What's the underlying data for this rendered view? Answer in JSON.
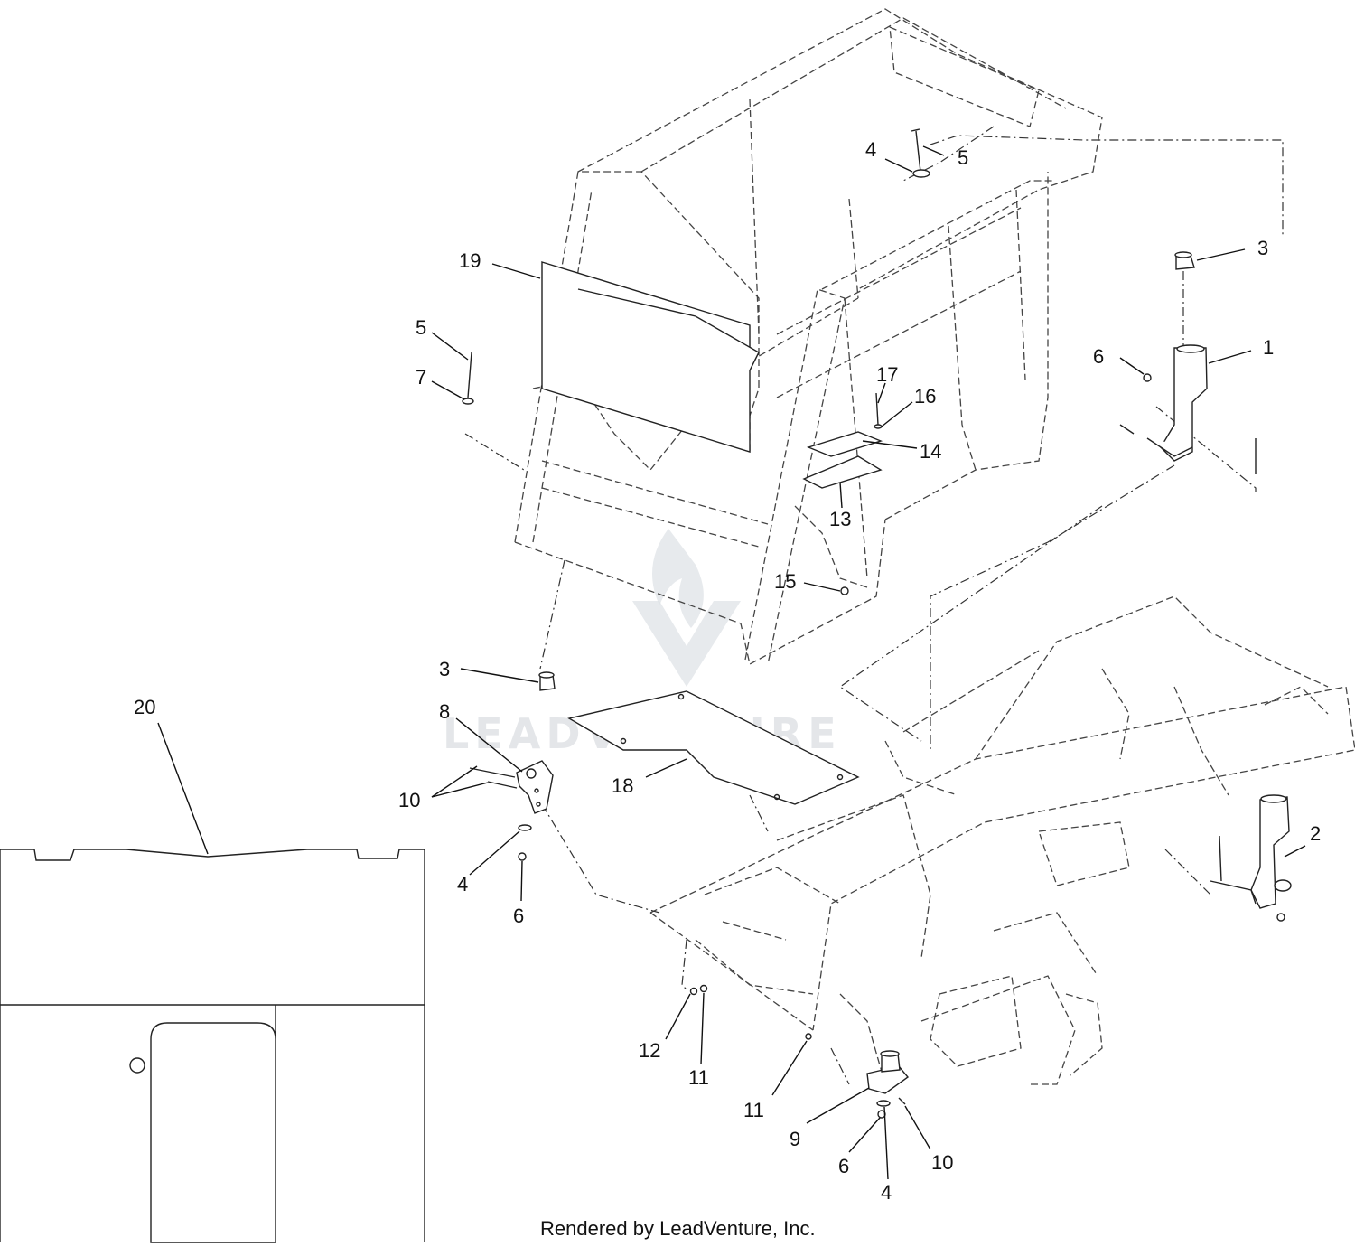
{
  "diagram": {
    "callouts": {
      "c3_top": "3",
      "c1": "1",
      "c6_right": "6",
      "c4_top": "4",
      "c5_top": "5",
      "c19": "19",
      "c5_left": "5",
      "c7": "7",
      "c17": "17",
      "c16": "16",
      "c14": "14",
      "c13": "13",
      "c15": "15",
      "c3_mid": "3",
      "c8": "8",
      "c10_left": "10",
      "c4_left": "4",
      "c6_left": "6",
      "c18": "18",
      "c20": "20",
      "c2": "2",
      "c12": "12",
      "c11_a": "11",
      "c11_b": "11",
      "c9": "9",
      "c6_bottom": "6",
      "c10_bottom": "10",
      "c4_bottom": "4"
    },
    "credit": "Rendered by LeadVenture, Inc.",
    "watermark": "LEADVENTURE"
  }
}
